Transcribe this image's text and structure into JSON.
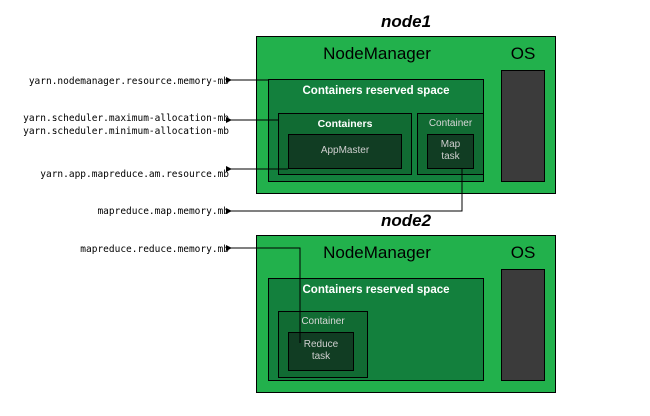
{
  "diagram": {
    "title_node1": "node1",
    "title_node2": "node2",
    "labels": {
      "nodemanager": "NodeManager",
      "os": "OS",
      "containers_reserved_space": "Containers reserved space",
      "containers": "Containers",
      "container": "Container",
      "appmaster": "AppMaster",
      "map_task": "Map\ntask",
      "reduce_task": "Reduce\ntask"
    },
    "properties": [
      {
        "id": "nodemanager-resource-memory-mb",
        "text": "yarn.nodemanager.resource.memory-mb",
        "points_to": "containers-reserved-space-node1"
      },
      {
        "id": "scheduler-maximum-allocation-mb",
        "text": "yarn.scheduler.maximum-allocation-mb",
        "points_to": "containers-box-node1"
      },
      {
        "id": "scheduler-minimum-allocation-mb",
        "text": "yarn.scheduler.minimum-allocation-mb",
        "points_to": "containers-box-node1"
      },
      {
        "id": "app-mapreduce-am-resource-mb",
        "text": "yarn.app.mapreduce.am.resource.mb",
        "points_to": "appmaster-box-node1"
      },
      {
        "id": "mapreduce-map-memory-mb",
        "text": "mapreduce.map.memory.mb",
        "points_to": "map-task-box-node1"
      },
      {
        "id": "mapreduce-reduce-memory-mb",
        "text": "mapreduce.reduce.memory.mb",
        "points_to": "reduce-task-box-node2"
      }
    ],
    "colors": {
      "node_green": "#22b14c",
      "reserved_green": "#13803d",
      "containers_green": "#116b33",
      "inner_dark_green": "#113d23",
      "os_dark": "#3b3b3b",
      "outline": "#000000",
      "connector": "#000000",
      "background": "#ffffff"
    }
  }
}
